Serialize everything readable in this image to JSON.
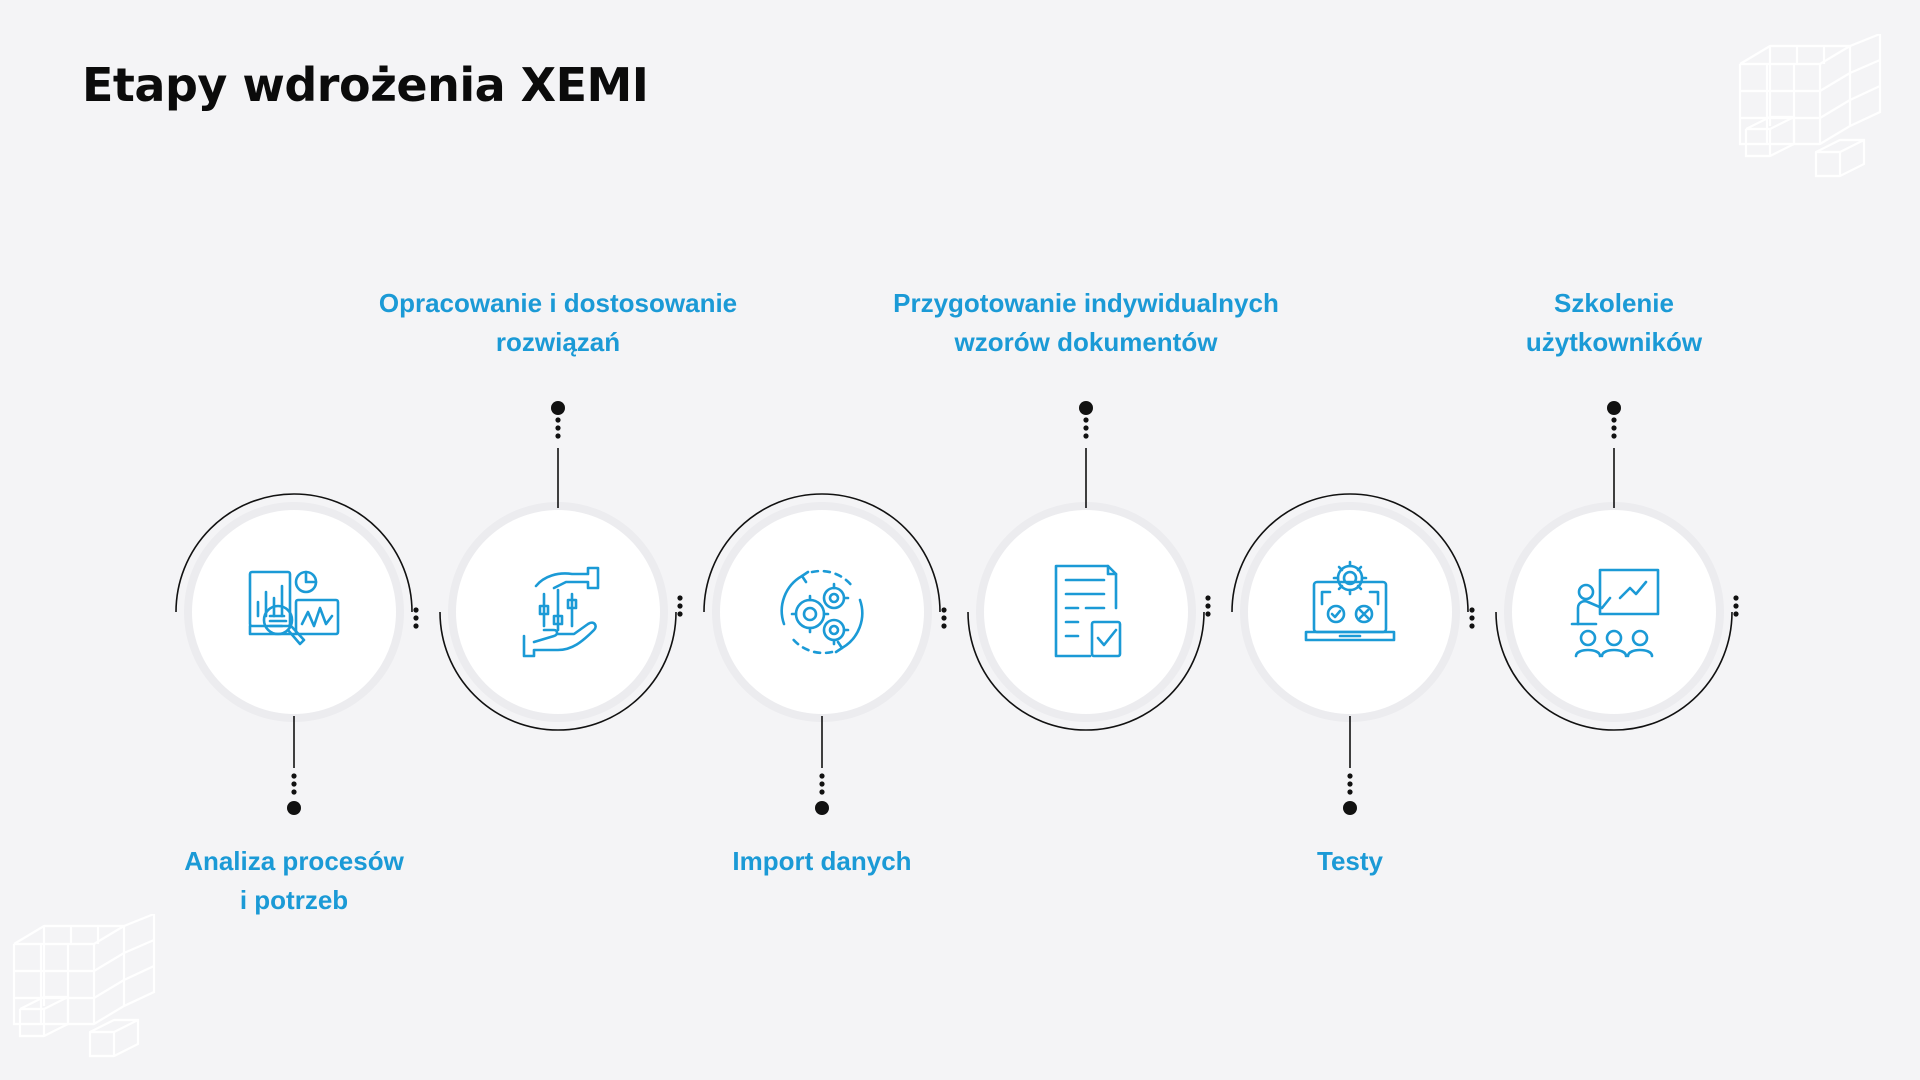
{
  "title": "Etapy wdrożenia XEMI",
  "colors": {
    "accent": "#1b9ad6",
    "background": "#f4f4f6",
    "circle": "#ffffff",
    "connector": "#111111"
  },
  "steps": [
    {
      "label_lines": [
        "Analiza procesów",
        "i potrzeb"
      ],
      "icon": "analytics-magnifier-icon",
      "label_position": "bottom"
    },
    {
      "label_lines": [
        "Opracowanie i dostosowanie",
        "rozwiązań"
      ],
      "icon": "hands-sliders-icon",
      "label_position": "top"
    },
    {
      "label_lines": [
        "Import danych"
      ],
      "icon": "gears-cycle-icon",
      "label_position": "bottom"
    },
    {
      "label_lines": [
        "Przygotowanie indywidualnych",
        "wzorów dokumentów"
      ],
      "icon": "document-check-icon",
      "label_position": "top"
    },
    {
      "label_lines": [
        "Testy"
      ],
      "icon": "laptop-testing-icon",
      "label_position": "bottom"
    },
    {
      "label_lines": [
        "Szkolenie",
        "użytkowników"
      ],
      "icon": "presentation-training-icon",
      "label_position": "top"
    }
  ]
}
